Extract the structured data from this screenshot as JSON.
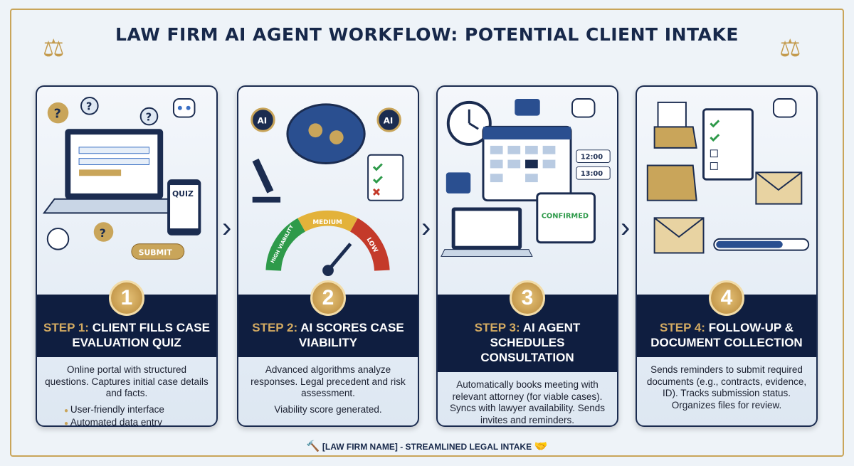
{
  "title": "LAW FIRM AI AGENT WORKFLOW: POTENTIAL CLIENT INTAKE",
  "steps": [
    {
      "number": "1",
      "step": "STEP 1:",
      "heading": "CLIENT FILLS CASE EVALUATION QUIZ",
      "description": "Online portal with structured questions. Captures initial case details and facts.",
      "bullets": [
        "User-friendly interface",
        "Automated data entry"
      ],
      "labels": {
        "quiz": "QUIZ",
        "submit": "SUBMIT"
      }
    },
    {
      "number": "2",
      "step": "STEP 2:",
      "heading": "AI SCORES CASE VIABILITY",
      "description": "Advanced algorithms analyze responses. Legal precedent and risk assessment.",
      "extra": "Viability score generated.",
      "labels": {
        "ai": "AI",
        "high": "HIGH VIABILITY",
        "medium": "MEDIUM",
        "low": "LOW"
      }
    },
    {
      "number": "3",
      "step": "STEP 3:",
      "heading": "AI AGENT SCHEDULES CONSULTATION",
      "description": "Automatically books meeting with relevant attorney (for viable cases). Syncs with lawyer availability. Sends invites and reminders.",
      "labels": {
        "t1": "12:00",
        "t2": "13:00",
        "confirmed": "CONFIRMED"
      }
    },
    {
      "number": "4",
      "step": "STEP 4:",
      "heading": "FOLLOW-UP & DOCUMENT COLLECTION",
      "description": "Sends reminders to submit required documents (e.g., contracts, evidence, ID). Tracks submission status. Organizes files for review."
    }
  ],
  "footer": "[LAW FIRM NAME] - STREAMLINED LEGAL INTAKE",
  "colors": {
    "navy": "#0f1e40",
    "gold": "#c9a55a",
    "background": "#eef3f8"
  }
}
